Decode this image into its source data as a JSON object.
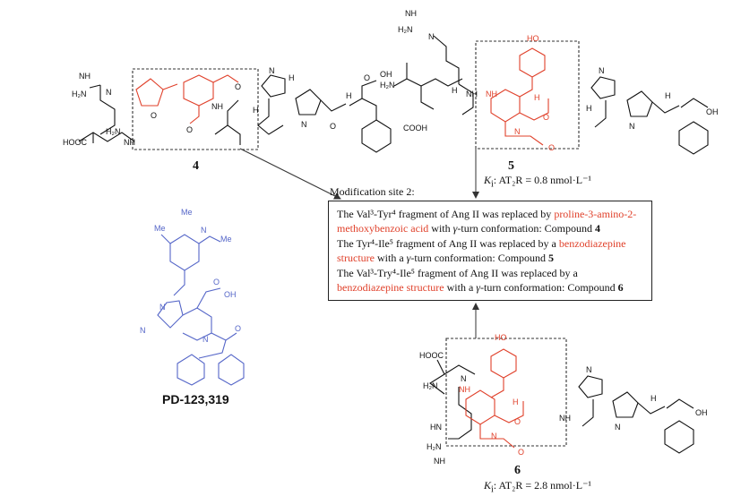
{
  "compounds": {
    "c4": {
      "number": "4"
    },
    "c5": {
      "number": "5",
      "ki_text": "AT₂R = 0.8 nmol·L⁻¹",
      "ki_label": "K",
      "ki_sub": "i",
      "ki_sep": ": "
    },
    "c6": {
      "number": "6",
      "ki_text": "AT₂R = 2.8 nmol·L⁻¹",
      "ki_label": "K",
      "ki_sub": "i",
      "ki_sep": ": "
    },
    "pd": {
      "name": "PD-123,319"
    }
  },
  "site_label": "Modification site 2:",
  "box": {
    "l1a": "The Val³-Tyr⁴ fragment of Ang II was replaced by ",
    "l1b": "proline-3-amino-2-",
    "l2a": "methoxybenzoic acid",
    "l2b": " with ",
    "l2c": "γ",
    "l2d": "-turn conformation: Compound ",
    "l2e": "4",
    "l3a": "The Tyr⁴-Ile⁵ fragment of Ang II was replaced by a ",
    "l3b": "benzodiazepine",
    "l4a": "structure",
    "l4b": " with a ",
    "l4c": "γ",
    "l4d": "-turn conformation: Compound ",
    "l4e": "5",
    "l5a": "The Val³-Try⁴-Ile⁵ fragment of Ang II was replaced by a",
    "l6a": "benzodiazepine structure",
    "l6b": " with a ",
    "l6c": "γ",
    "l6d": "-turn conformation: Compound ",
    "l6e": "6"
  },
  "atoms": {
    "nh": "NH",
    "h2n": "H₂N",
    "h2n_b": "H₂N",
    "n": "N",
    "o": "O",
    "oh": "OH",
    "ho": "HO",
    "h": "H",
    "hn": "HN",
    "cooh": "COOH",
    "hooc": "HOOC",
    "me": "Me",
    "nme2_n": "N"
  },
  "colors": {
    "red": "#e0402a",
    "blue": "#5566c8",
    "black": "#111111"
  }
}
